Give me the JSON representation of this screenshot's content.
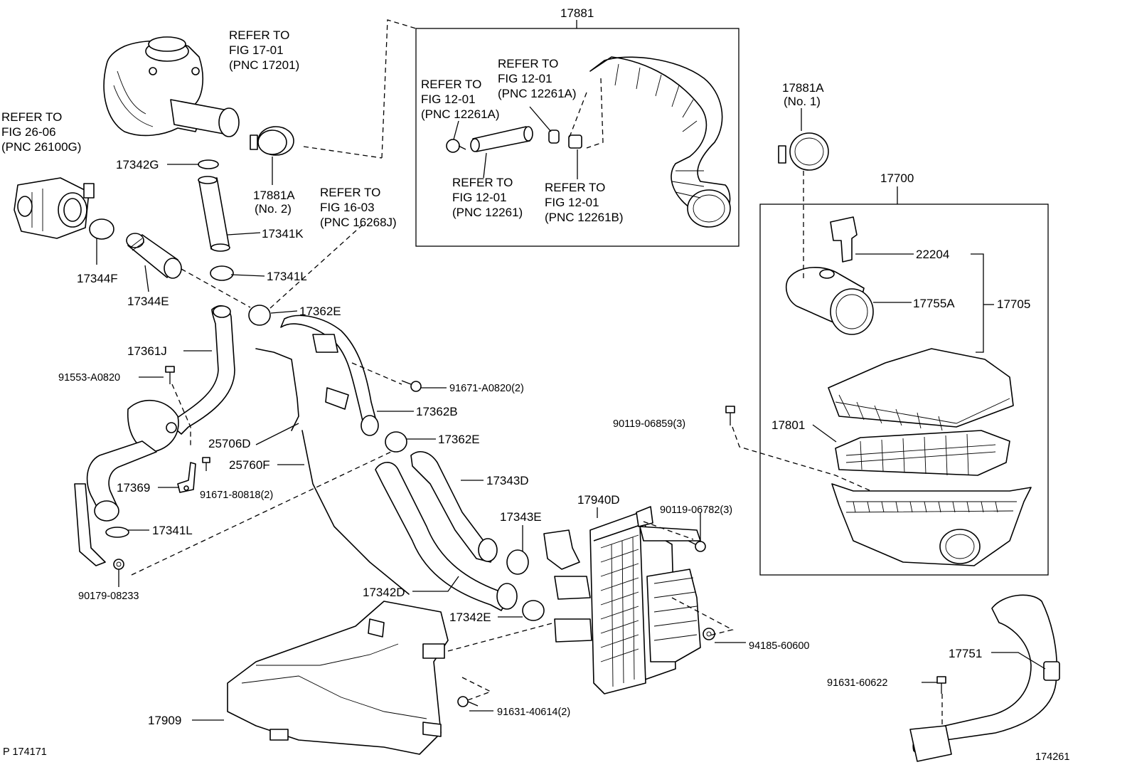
{
  "labels": {
    "ref_17201": [
      "REFER TO",
      "FIG   17-01",
      "(PNC 17201)"
    ],
    "ref_26100g": [
      "REFER TO",
      "FIG   26-06",
      "(PNC 26100G)"
    ],
    "ref_16268j": [
      "REFER TO",
      "FIG   16-03",
      "(PNC 16268J)"
    ],
    "ref_12261a_1": [
      "REFER TO",
      "FIG   12-01",
      "(PNC 12261A)"
    ],
    "ref_12261a_2": [
      "REFER TO",
      "FIG   12-01",
      "(PNC 12261A)"
    ],
    "ref_12261": [
      "REFER TO",
      "FIG   12-01",
      "(PNC 12261)"
    ],
    "ref_12261b": [
      "REFER TO",
      "FIG   12-01",
      "(PNC 12261B)"
    ],
    "p17881": "17881",
    "p17881a_no1": [
      "17881A",
      "(No. 1)"
    ],
    "p17881a_no2": [
      "17881A",
      "(No. 2)"
    ],
    "p17700": "17700",
    "p22204": "22204",
    "p17755a": "17755A",
    "p17705": "17705",
    "p17801": "17801",
    "p17342g": "17342G",
    "p17341k": "17341K",
    "p17341l_top": "17341L",
    "p17344f": "17344F",
    "p17344e": "17344E",
    "p17362e_top": "17362E",
    "p17361j": "17361J",
    "p91553": "91553-A0820",
    "p91671_a0820": "91671-A0820(2)",
    "p17362b": "17362B",
    "p17362e_mid": "17362E",
    "p25706d": "25706D",
    "p25760f": "25760F",
    "p17343d": "17343D",
    "p17369": "17369",
    "p91671_80818": "91671-80818(2)",
    "p17341l_bot": "17341L",
    "p17343e": "17343E",
    "p17940d": "17940D",
    "p90119_06782": "90119-06782(3)",
    "p90119_06859": "90119-06859(3)",
    "p90179": "90179-08233",
    "p17342d": "17342D",
    "p17342e": "17342E",
    "p94185": "94185-60600",
    "p17909": "17909",
    "p91631_40614": "91631-40614(2)",
    "p17751": "17751",
    "p91631_60622": "91631-60622",
    "fig_left": "P 174171",
    "fig_right": "174261"
  },
  "colors": {
    "line": "#000000",
    "background": "#ffffff"
  }
}
